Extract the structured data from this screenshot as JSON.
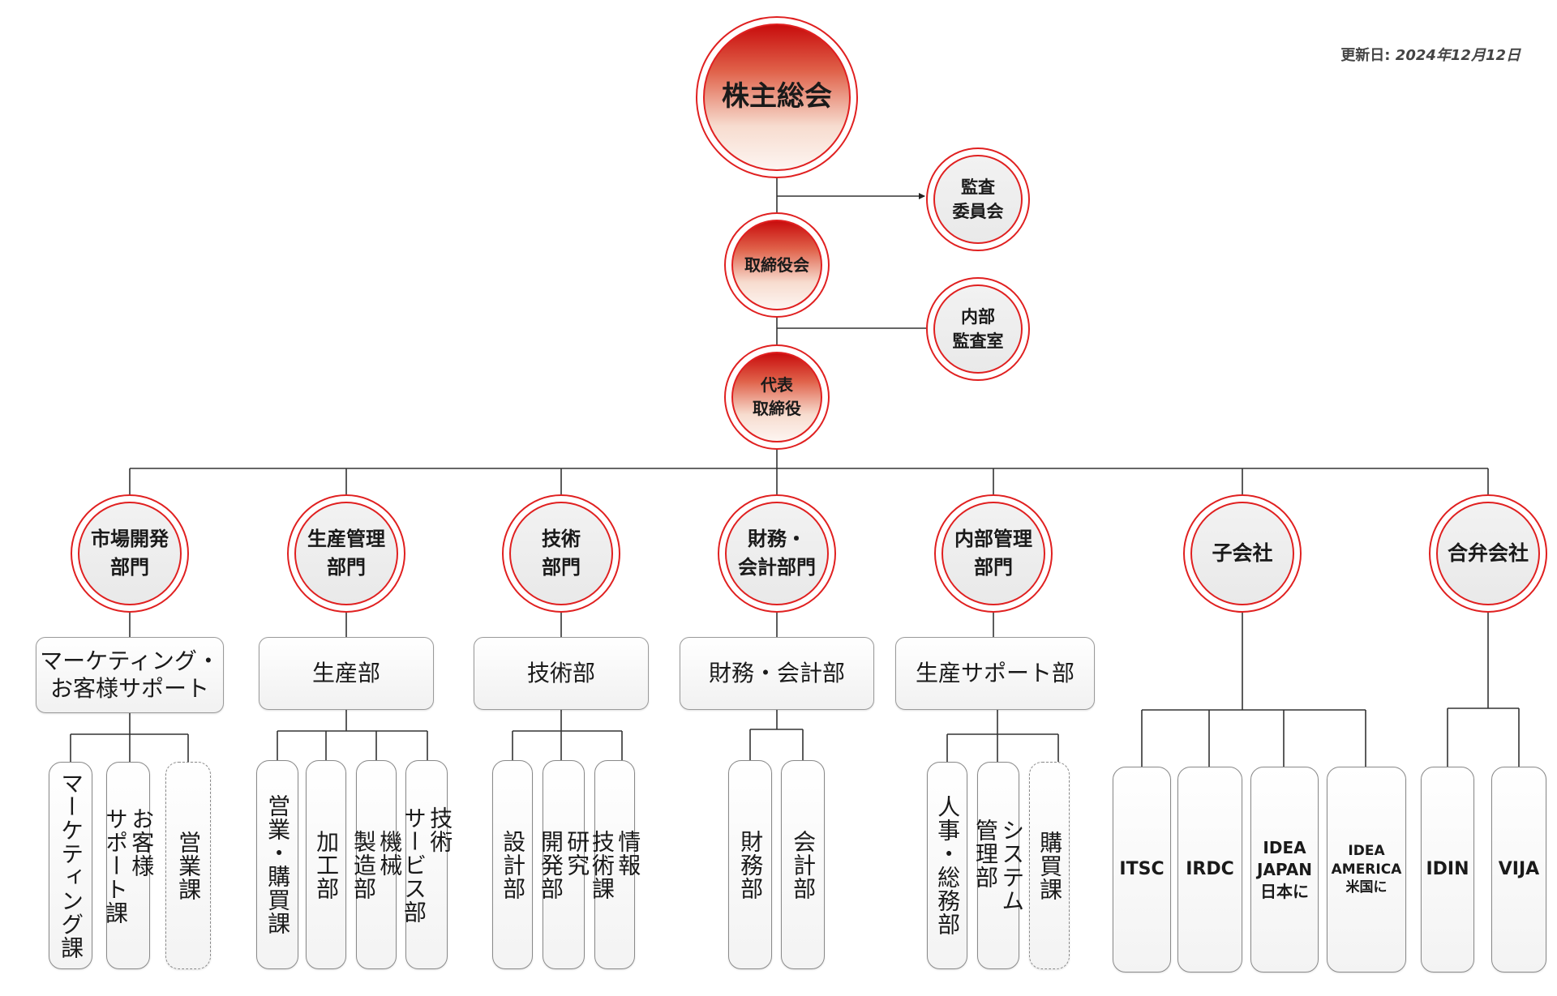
{
  "updated": {
    "label": "更新日:",
    "value": "2024年12月12日"
  },
  "top": {
    "shareholders": "株主総会",
    "audit_committee": "監査\n委員会",
    "board": "取締役会",
    "internal_audit": "内部\n監査室",
    "ceo": "代表\n取締役"
  },
  "departments": [
    {
      "name": "市場開発\n部門",
      "box": "マーケティング・\nお客様サポート",
      "units": [
        "マーケティング課",
        "お客様\nサポート課",
        "営業課"
      ]
    },
    {
      "name": "生産管理\n部門",
      "box": "生産部",
      "units": [
        "営業・購買課",
        "加工部",
        "機械\n製造部",
        "技術\nサービス部"
      ]
    },
    {
      "name": "技術\n部門",
      "box": "技術部",
      "units": [
        "設計部",
        "研究\n開発部",
        "情報\n技術課"
      ]
    },
    {
      "name": "財務・\n会計部門",
      "box": "財務・会計部",
      "units": [
        "財務部",
        "会計部"
      ]
    },
    {
      "name": "内部管理\n部門",
      "box": "生産サポート部",
      "units": [
        "人事・総務部",
        "システム\n管理部",
        "購買課"
      ]
    },
    {
      "name": "子会社",
      "units": [
        "ITSC",
        "IRDC",
        "IDEA\nJAPAN\n日本に",
        "IDEA\nAMERICA\n米国に"
      ]
    },
    {
      "name": "合弁会社",
      "units": [
        "IDIN",
        "VIJA"
      ]
    }
  ]
}
